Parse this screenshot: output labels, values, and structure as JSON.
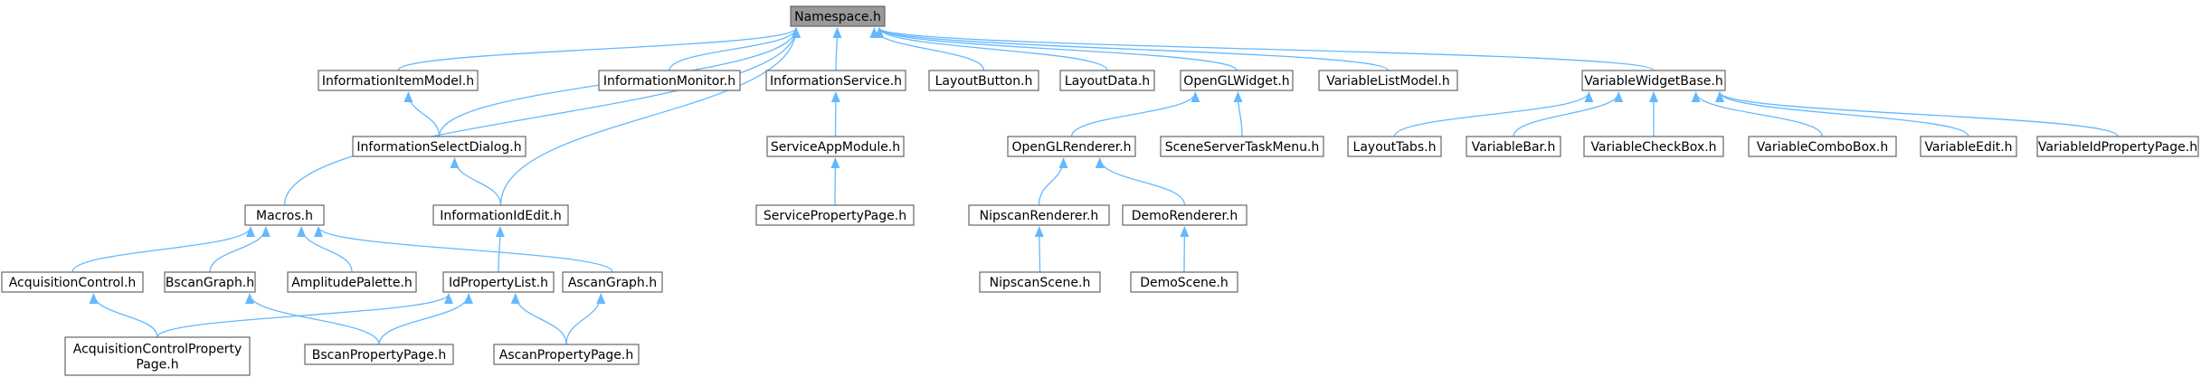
{
  "nodes": [
    {
      "id": "namespace",
      "lines": [
        "Namespace.h"
      ],
      "root": true
    },
    {
      "id": "informationitemmodel",
      "lines": [
        "InformationItemModel.h"
      ]
    },
    {
      "id": "informationmonitor",
      "lines": [
        "InformationMonitor.h"
      ]
    },
    {
      "id": "informationservice",
      "lines": [
        "InformationService.h"
      ]
    },
    {
      "id": "layoutbutton",
      "lines": [
        "LayoutButton.h"
      ]
    },
    {
      "id": "layoutdata",
      "lines": [
        "LayoutData.h"
      ]
    },
    {
      "id": "openglwidget",
      "lines": [
        "OpenGLWidget.h"
      ]
    },
    {
      "id": "variablelistmodel",
      "lines": [
        "VariableListModel.h"
      ]
    },
    {
      "id": "variablewidgetbase",
      "lines": [
        "VariableWidgetBase.h"
      ]
    },
    {
      "id": "informationselectdialog",
      "lines": [
        "InformationSelectDialog.h"
      ]
    },
    {
      "id": "serviceappmodule",
      "lines": [
        "ServiceAppModule.h"
      ]
    },
    {
      "id": "openglrenderer",
      "lines": [
        "OpenGLRenderer.h"
      ]
    },
    {
      "id": "sceneservertaskmenu",
      "lines": [
        "SceneServerTaskMenu.h"
      ]
    },
    {
      "id": "layouttabs",
      "lines": [
        "LayoutTabs.h"
      ]
    },
    {
      "id": "variablebar",
      "lines": [
        "VariableBar.h"
      ]
    },
    {
      "id": "variablecheckbox",
      "lines": [
        "VariableCheckBox.h"
      ]
    },
    {
      "id": "variablecombobox",
      "lines": [
        "VariableComboBox.h"
      ]
    },
    {
      "id": "variableedit",
      "lines": [
        "VariableEdit.h"
      ]
    },
    {
      "id": "variableidpropertypage",
      "lines": [
        "VariableIdPropertyPage.h"
      ]
    },
    {
      "id": "macros",
      "lines": [
        "Macros.h"
      ]
    },
    {
      "id": "informationidedit",
      "lines": [
        "InformationIdEdit.h"
      ]
    },
    {
      "id": "servicepropertypage",
      "lines": [
        "ServicePropertyPage.h"
      ]
    },
    {
      "id": "nipscanrenderer",
      "lines": [
        "NipscanRenderer.h"
      ]
    },
    {
      "id": "demorenderer",
      "lines": [
        "DemoRenderer.h"
      ]
    },
    {
      "id": "acquisitioncontrol",
      "lines": [
        "AcquisitionControl.h"
      ]
    },
    {
      "id": "bscangraph",
      "lines": [
        "BscanGraph.h"
      ]
    },
    {
      "id": "amplitudepalette",
      "lines": [
        "AmplitudePalette.h"
      ]
    },
    {
      "id": "idpropertylist",
      "lines": [
        "IdPropertyList.h"
      ]
    },
    {
      "id": "ascangraph",
      "lines": [
        "AscanGraph.h"
      ]
    },
    {
      "id": "nipscanscene",
      "lines": [
        "NipscanScene.h"
      ]
    },
    {
      "id": "demoscene",
      "lines": [
        "DemoScene.h"
      ]
    },
    {
      "id": "acquisitioncontrolpropertypage",
      "lines": [
        "AcquisitionControlProperty",
        "Page.h"
      ]
    },
    {
      "id": "bscanpropertypage",
      "lines": [
        "BscanPropertyPage.h"
      ]
    },
    {
      "id": "ascanpropertypage",
      "lines": [
        "AscanPropertyPage.h"
      ]
    }
  ],
  "edges": [
    {
      "from": "informationitemmodel",
      "to": "namespace"
    },
    {
      "from": "informationmonitor",
      "to": "namespace"
    },
    {
      "from": "informationservice",
      "to": "namespace"
    },
    {
      "from": "layoutbutton",
      "to": "namespace"
    },
    {
      "from": "layoutdata",
      "to": "namespace"
    },
    {
      "from": "openglwidget",
      "to": "namespace"
    },
    {
      "from": "variablelistmodel",
      "to": "namespace"
    },
    {
      "from": "variablewidgetbase",
      "to": "namespace"
    },
    {
      "from": "informationselectdialog",
      "to": "namespace"
    },
    {
      "from": "macros",
      "to": "namespace"
    },
    {
      "from": "informationidedit",
      "to": "namespace"
    },
    {
      "from": "informationselectdialog",
      "to": "informationitemmodel"
    },
    {
      "from": "informationidedit",
      "to": "informationselectdialog"
    },
    {
      "from": "idpropertylist",
      "to": "informationidedit"
    },
    {
      "from": "serviceappmodule",
      "to": "informationservice"
    },
    {
      "from": "servicepropertypage",
      "to": "serviceappmodule"
    },
    {
      "from": "openglrenderer",
      "to": "openglwidget"
    },
    {
      "from": "sceneservertaskmenu",
      "to": "openglwidget"
    },
    {
      "from": "nipscanrenderer",
      "to": "openglrenderer"
    },
    {
      "from": "demorenderer",
      "to": "openglrenderer"
    },
    {
      "from": "nipscanscene",
      "to": "nipscanrenderer"
    },
    {
      "from": "demoscene",
      "to": "demorenderer"
    },
    {
      "from": "layouttabs",
      "to": "variablewidgetbase"
    },
    {
      "from": "variablebar",
      "to": "variablewidgetbase"
    },
    {
      "from": "variablecheckbox",
      "to": "variablewidgetbase"
    },
    {
      "from": "variablecombobox",
      "to": "variablewidgetbase"
    },
    {
      "from": "variableedit",
      "to": "variablewidgetbase"
    },
    {
      "from": "variableidpropertypage",
      "to": "variablewidgetbase"
    },
    {
      "from": "acquisitioncontrol",
      "to": "macros"
    },
    {
      "from": "bscangraph",
      "to": "macros"
    },
    {
      "from": "amplitudepalette",
      "to": "macros"
    },
    {
      "from": "ascangraph",
      "to": "macros"
    },
    {
      "from": "acquisitioncontrolpropertypage",
      "to": "acquisitioncontrol"
    },
    {
      "from": "acquisitioncontrolpropertypage",
      "to": "idpropertylist"
    },
    {
      "from": "bscanpropertypage",
      "to": "bscangraph"
    },
    {
      "from": "bscanpropertypage",
      "to": "idpropertylist"
    },
    {
      "from": "ascanpropertypage",
      "to": "idpropertylist"
    },
    {
      "from": "ascanpropertypage",
      "to": "ascangraph"
    }
  ]
}
